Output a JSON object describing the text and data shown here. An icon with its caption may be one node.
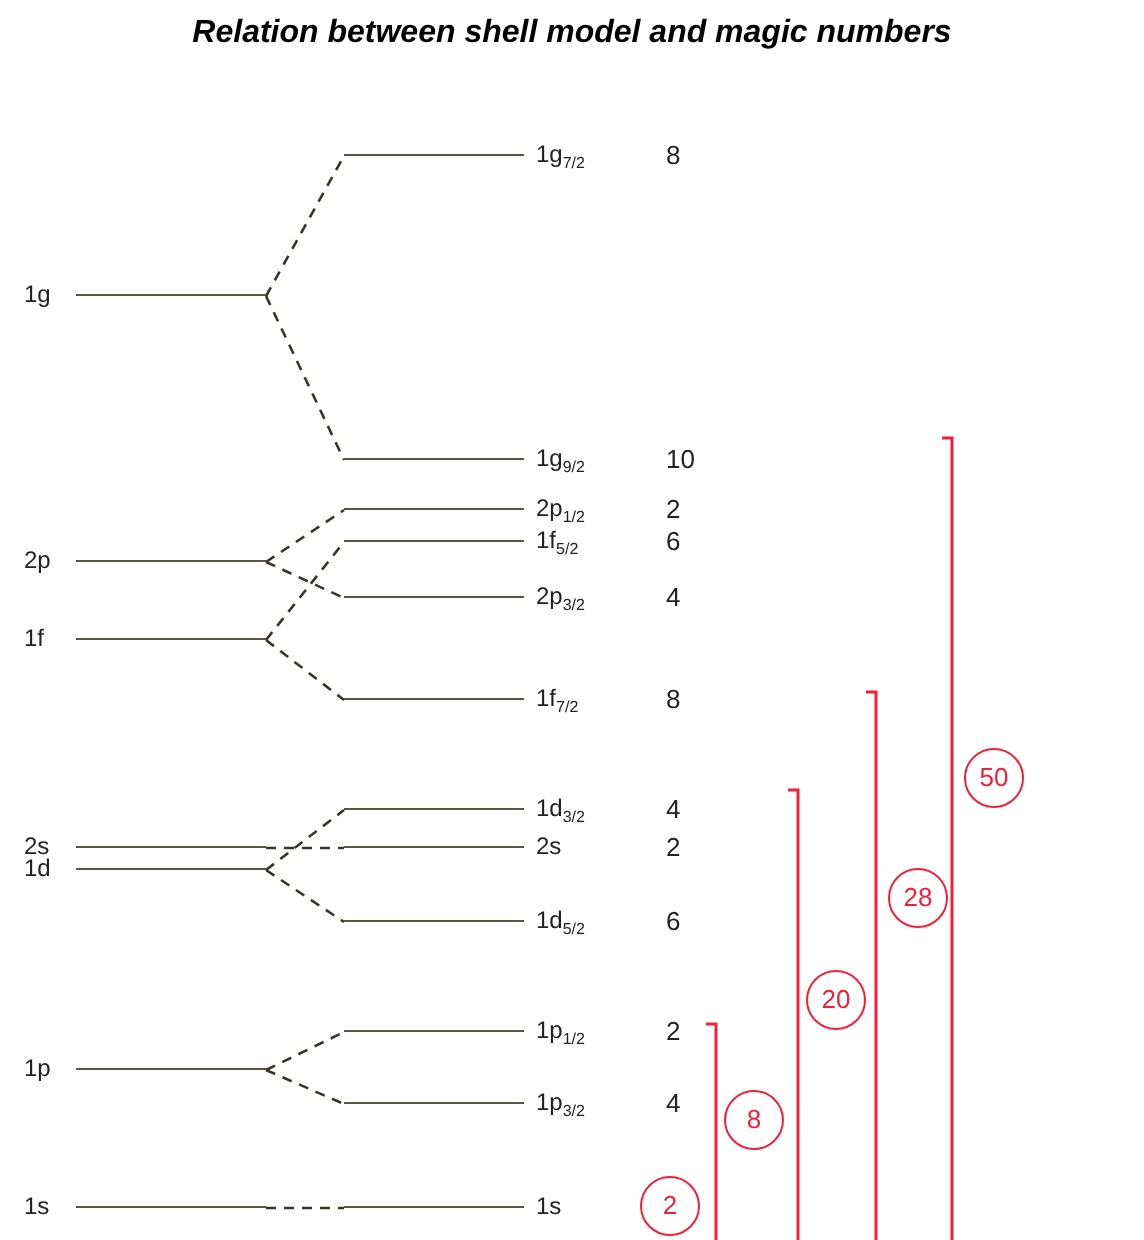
{
  "diagram": {
    "title": "Relation between shell model and magic numbers",
    "nodes": [
      {
        "text": [
          "1g$_{7/2}$"
        ]
      },
      {
        "text": [
          "1g"
        ]
      },
      {
        "text": [
          "1g$_{9/2}$"
        ]
      },
      {
        "text": [
          "2p$_{1/2}$"
        ]
      },
      {
        "text": [
          "1f$_{5/2}$"
        ]
      },
      {
        "text": [
          "2p"
        ]
      },
      {
        "text": [
          "2p$_{3/2}$"
        ]
      },
      {
        "text": [
          "1f"
        ]
      },
      {
        "text": [
          "1f$_{7/2}$"
        ]
      },
      {
        "text": [
          "1d$_{3/2}$"
        ]
      },
      {
        "text": [
          "2s"
        ]
      },
      {
        "text": [
          "2s"
        ]
      },
      {
        "text": [
          "1d"
        ]
      },
      {
        "text": [
          "1d$_{5/2}$"
        ]
      },
      {
        "text": [
          "1p$_{1/2}$"
        ]
      },
      {
        "text": [
          "1p"
        ]
      },
      {
        "text": [
          "1p$_{3/2}$"
        ]
      },
      {
        "text": [
          "1s"
        ]
      },
      {
        "text": [
          "1s"
        ]
      },
      {
        "text": [
          "50"
        ]
      },
      {
        "text": [
          "28"
        ]
      },
      {
        "text": [
          "20"
        ]
      },
      {
        "text": [
          "8"
        ]
      },
      {
        "text": [
          "2"
        ]
      }
    ],
    "edges": [
      {
        "from": 1,
        "to": 0,
        "arrow": "none",
        "style": "dashed"
      },
      {
        "from": 1,
        "to": 2,
        "arrow": "none",
        "style": "dashed"
      },
      {
        "from": 5,
        "to": 3,
        "arrow": "none",
        "style": "dashed"
      },
      {
        "from": 5,
        "to": 6,
        "arrow": "none",
        "style": "dashed"
      },
      {
        "from": 7,
        "to": 4,
        "arrow": "none",
        "style": "dashed"
      },
      {
        "from": 7,
        "to": 8,
        "arrow": "none",
        "style": "dashed"
      },
      {
        "from": 10,
        "to": 11,
        "arrow": "none",
        "style": "dashed"
      },
      {
        "from": 12,
        "to": 9,
        "arrow": "none",
        "style": "dashed"
      },
      {
        "from": 12,
        "to": 13,
        "arrow": "none",
        "style": "dashed"
      },
      {
        "from": 15,
        "to": 14,
        "arrow": "none",
        "style": "dashed"
      },
      {
        "from": 15,
        "to": 16,
        "arrow": "none",
        "style": "dashed"
      },
      {
        "from": 17,
        "to": 18,
        "arrow": "none",
        "style": "dashed"
      }
    ],
    "labels": [
      "8",
      "10",
      "2",
      "6",
      "4",
      "8",
      "4",
      "2",
      "6",
      "2",
      "4"
    ]
  }
}
